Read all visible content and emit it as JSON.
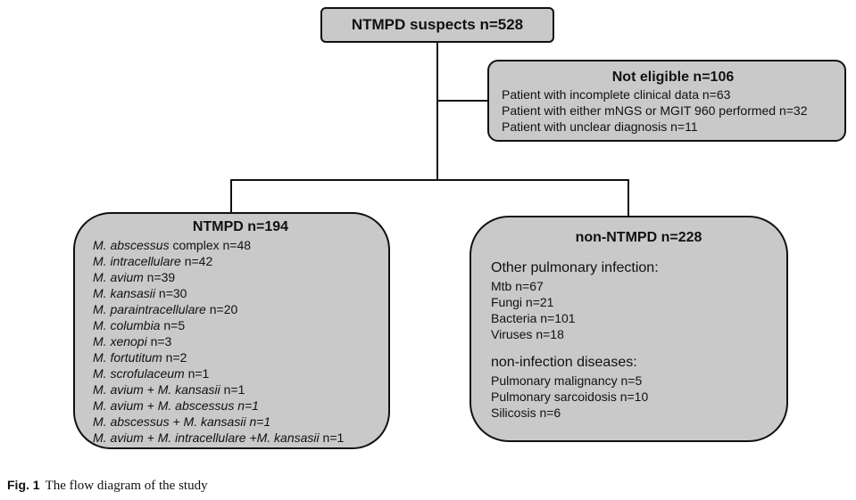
{
  "suspects": {
    "title": "NTMPD suspects  n=528"
  },
  "not_eligible": {
    "title": "Not eligible  n=106",
    "items": [
      "Patient with incomplete clinical data   n=63",
      "Patient with either mNGS or MGIT 960 performed  n=32",
      "Patient with unclear diagnosis  n=11"
    ]
  },
  "ntmpd": {
    "title": "NTMPD  n=194",
    "items": [
      {
        "name": "M. abscessus",
        "rest": " complex  n=48"
      },
      {
        "name": "M. intracellulare",
        "rest": "  n=42"
      },
      {
        "name": "M. avium",
        "rest": "  n=39"
      },
      {
        "name": "M. kansasii",
        "rest": "  n=30"
      },
      {
        "name": "M. paraintracellulare",
        "rest": "  n=20"
      },
      {
        "name": "M. columbia",
        "rest": "  n=5"
      },
      {
        "name": "M. xenopi",
        "rest": "  n=3"
      },
      {
        "name": "M. fortutitum",
        "rest": "  n=2"
      },
      {
        "name": "M. scrofulaceum",
        "rest": "  n=1"
      },
      {
        "name": "M. avium + M. kansasii",
        "rest": "  n=1"
      },
      {
        "name": "M. avium + M. abscessus",
        "rest": "  n=1"
      },
      {
        "name": "M. abscessus + M. kansasii",
        "rest": "  n=1"
      },
      {
        "name": "M. avium + M. intracellulare +M. kansasii",
        "rest": "  n=1"
      }
    ]
  },
  "non_ntmpd": {
    "title": "non-NTMPD  n=228",
    "infection_heading": "Other pulmonary infection:",
    "infection_items": [
      "Mtb  n=67",
      "Fungi  n=21",
      "Bacteria  n=101",
      "Viruses  n=18"
    ],
    "noninfection_heading": "non-infection diseases:",
    "noninfection_items": [
      "Pulmonary malignancy  n=5",
      "Pulmonary sarcoidosis  n=10",
      "Silicosis  n=6"
    ]
  },
  "caption": {
    "label": "Fig. 1",
    "text": "The flow diagram of the study"
  },
  "colors": {
    "box_fill": "#c9c9c9",
    "stroke": "#111111",
    "background": "#ffffff"
  }
}
